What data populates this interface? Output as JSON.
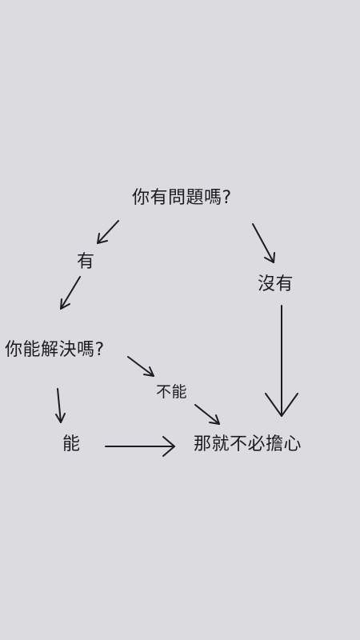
{
  "flowchart": {
    "question_1": "你有問題嗎?",
    "answer_yes_1": "有",
    "answer_no_1": "沒有",
    "question_2": "你能解決嗎?",
    "answer_no_2": "不能",
    "answer_yes_2": "能",
    "conclusion": "那就不必擔心"
  },
  "colors": {
    "background": "#dcdbe0",
    "ink": "#1c1c1c"
  }
}
